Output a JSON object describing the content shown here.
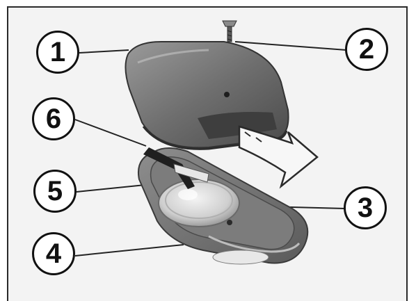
{
  "callouts": [
    {
      "number": "1"
    },
    {
      "number": "2"
    },
    {
      "number": "6"
    },
    {
      "number": "5"
    },
    {
      "number": "3"
    },
    {
      "number": "4"
    }
  ]
}
